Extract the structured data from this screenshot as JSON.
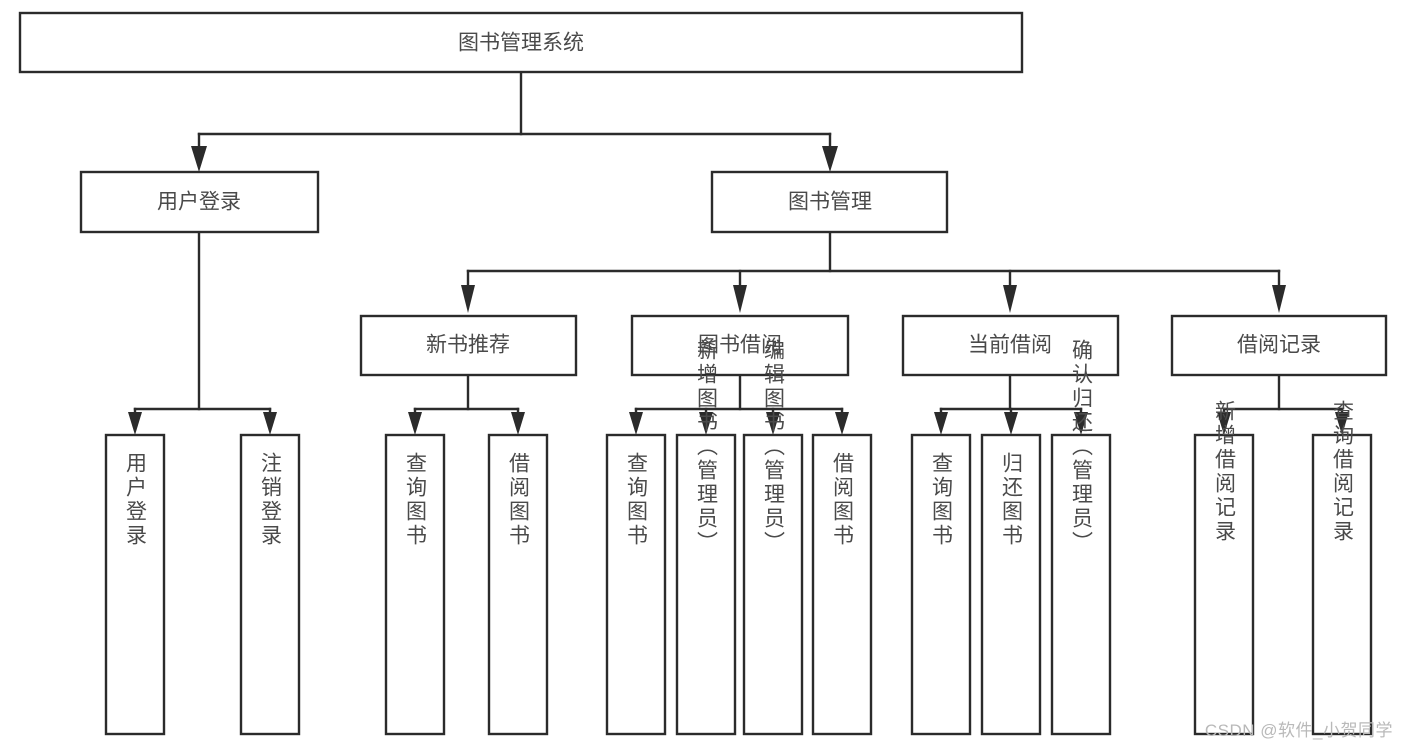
{
  "diagram": {
    "type": "tree",
    "title": "图书管理系统",
    "root": {
      "id": "root",
      "label": "图书管理系统",
      "orientation": "horizontal"
    },
    "level1": [
      {
        "id": "user-login",
        "label": "用户登录",
        "orientation": "horizontal"
      },
      {
        "id": "book-management",
        "label": "图书管理",
        "orientation": "horizontal"
      }
    ],
    "level2": [
      {
        "id": "new-book-recommend",
        "label": "新书推荐",
        "orientation": "horizontal",
        "parent": "book-management"
      },
      {
        "id": "book-borrow",
        "label": "图书借阅",
        "orientation": "horizontal",
        "parent": "book-management"
      },
      {
        "id": "current-borrow",
        "label": "当前借阅",
        "orientation": "horizontal",
        "parent": "book-management"
      },
      {
        "id": "borrow-record",
        "label": "借阅记录",
        "orientation": "horizontal",
        "parent": "book-management"
      }
    ],
    "leaves": [
      {
        "id": "leaf-user-login",
        "label": "用户登录",
        "orientation": "vertical",
        "parent": "user-login"
      },
      {
        "id": "leaf-logout-login",
        "label": "注销登录",
        "orientation": "vertical",
        "parent": "user-login"
      },
      {
        "id": "leaf-query-book-1",
        "label": "查询图书",
        "orientation": "vertical",
        "parent": "new-book-recommend"
      },
      {
        "id": "leaf-borrow-book-1",
        "label": "借阅图书",
        "orientation": "vertical",
        "parent": "new-book-recommend"
      },
      {
        "id": "leaf-query-book-2",
        "label": "查询图书",
        "orientation": "vertical",
        "parent": "book-borrow"
      },
      {
        "id": "leaf-add-book",
        "label": "新增图书（管理员）",
        "orientation": "vertical",
        "parent": "book-borrow"
      },
      {
        "id": "leaf-edit-book",
        "label": "编辑图书（管理员）",
        "orientation": "vertical",
        "parent": "book-borrow"
      },
      {
        "id": "leaf-borrow-book-2",
        "label": "借阅图书",
        "orientation": "vertical",
        "parent": "book-borrow"
      },
      {
        "id": "leaf-query-book-3",
        "label": "查询图书",
        "orientation": "vertical",
        "parent": "current-borrow"
      },
      {
        "id": "leaf-return-book",
        "label": "归还图书",
        "orientation": "vertical",
        "parent": "current-borrow"
      },
      {
        "id": "leaf-confirm-return",
        "label": "确认归还（管理员）",
        "orientation": "vertical",
        "parent": "current-borrow"
      },
      {
        "id": "leaf-add-record",
        "label": "新增借阅记录",
        "orientation": "vertical",
        "parent": "borrow-record"
      },
      {
        "id": "leaf-query-record",
        "label": "查询借阅记录",
        "orientation": "vertical",
        "parent": "borrow-record"
      }
    ]
  },
  "watermark": {
    "text": "CSDN @软件_小贺同学"
  },
  "colors": {
    "box_stroke": "#2b2b2b",
    "box_fill": "#ffffff",
    "text": "#4a4a4a",
    "connector": "#2b2b2b",
    "watermark": "#b9b9b9",
    "background": "#ffffff"
  }
}
